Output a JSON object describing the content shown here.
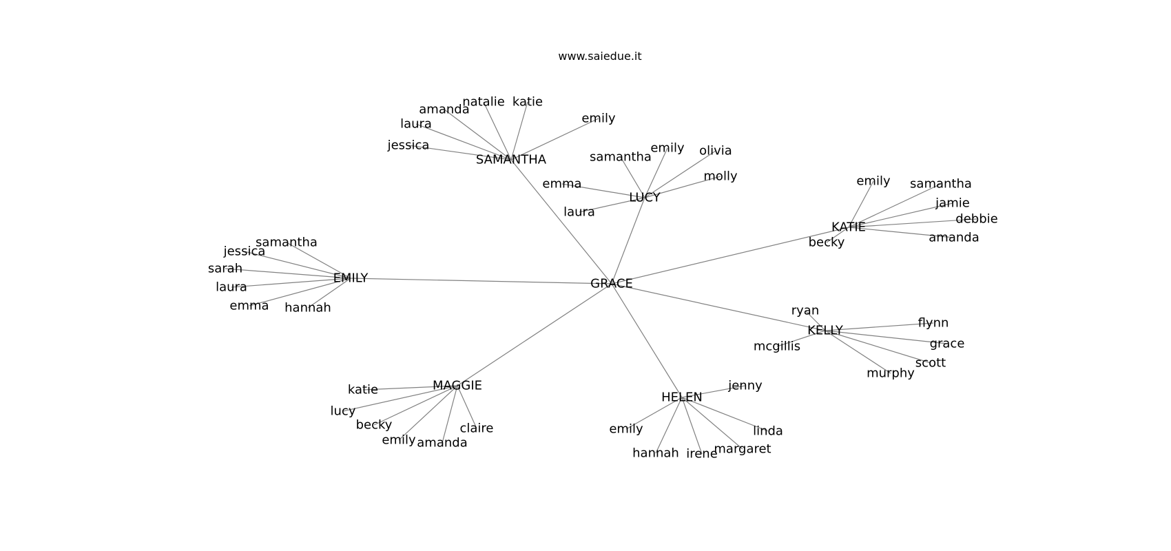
{
  "title": "www.saiedue.it",
  "graph": {
    "root": "GRACE",
    "clusters": [
      {
        "hub": "SAMANTHA",
        "leaves": [
          "amanda",
          "natalie",
          "katie",
          "laura",
          "jessica",
          "emily"
        ]
      },
      {
        "hub": "LUCY",
        "leaves": [
          "samantha",
          "emily",
          "olivia",
          "molly",
          "emma",
          "laura"
        ]
      },
      {
        "hub": "KATIE",
        "leaves": [
          "emily",
          "samantha",
          "jamie",
          "debbie",
          "amanda",
          "becky"
        ]
      },
      {
        "hub": "EMILY",
        "leaves": [
          "samantha",
          "jessica",
          "sarah",
          "laura",
          "emma",
          "hannah"
        ]
      },
      {
        "hub": "KELLY",
        "leaves": [
          "ryan",
          "flynn",
          "grace",
          "scott",
          "murphy",
          "mcgillis"
        ]
      },
      {
        "hub": "MAGGIE",
        "leaves": [
          "katie",
          "lucy",
          "becky",
          "emily",
          "amanda",
          "claire"
        ]
      },
      {
        "hub": "HELEN",
        "leaves": [
          "jenny",
          "emily",
          "hannah",
          "irene",
          "margaret",
          "linda"
        ]
      }
    ]
  }
}
